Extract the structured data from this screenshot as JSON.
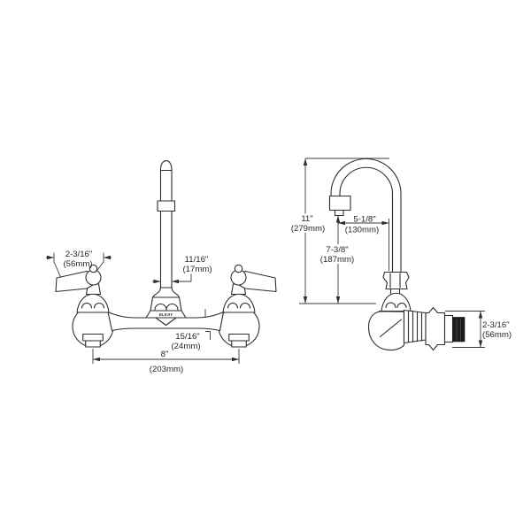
{
  "drawing": {
    "brand_mark": "ELKAY",
    "front_view": {
      "handle_length_in": "2-3/16\"",
      "handle_length_mm": "(56mm)",
      "spout_width_in": "11/16\"",
      "spout_width_mm": "(17mm)",
      "body_size_in": "15/16\"",
      "body_size_mm": "(24mm)",
      "inlet_spacing_in": "8\"",
      "inlet_spacing_mm": "(203mm)"
    },
    "side_view": {
      "overall_height_in": "11\"",
      "overall_height_mm": "(279mm)",
      "spout_reach_in": "5-1/8\"",
      "spout_reach_mm": "(130mm)",
      "outlet_height_in": "7-3/8\"",
      "outlet_height_mm": "(187mm)",
      "bracket_height_in": "2-3/16\"",
      "bracket_height_mm": "(56mm)"
    },
    "colors": {
      "line": "#2e2e2e",
      "thread": "#1c1c1c",
      "background": "#ffffff"
    }
  }
}
